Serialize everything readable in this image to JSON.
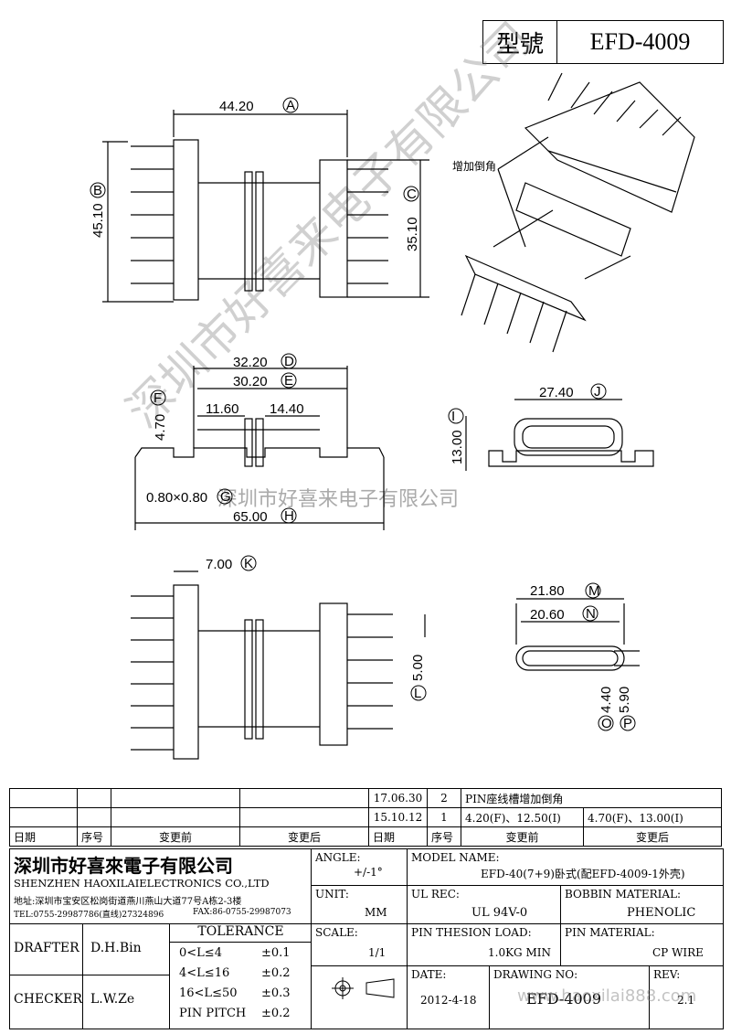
{
  "header": {
    "model_label": "型號",
    "model_value": "EFD-4009"
  },
  "dimensions": {
    "A": "44.20",
    "B": "45.10",
    "C": "35.10",
    "D": "32.20",
    "E": "30.20",
    "w1": "11.60",
    "w2": "14.40",
    "F": "4.70",
    "G": "0.80×0.80",
    "H": "65.00",
    "I": "13.00",
    "J": "27.40",
    "K": "7.00",
    "L": "5.00",
    "M": "21.80",
    "N": "20.60",
    "O": "4.40",
    "P": "5.90"
  },
  "letters": {
    "A": "A",
    "B": "B",
    "C": "C",
    "D": "D",
    "E": "E",
    "F": "F",
    "G": "G",
    "H": "H",
    "I": "I",
    "J": "J",
    "K": "K",
    "L": "L",
    "M": "M",
    "N": "N",
    "O": "O",
    "P": "P"
  },
  "annotation": "增加倒角",
  "watermark_text": "深圳市好喜来电子有限公司",
  "watermark_text2": "深圳市好喜来电子有限公司",
  "watermark_url": "www.haoxilai888.com",
  "revisions": [
    {
      "date": "17.06.30",
      "no": "2",
      "before": "PIN座线槽增加倒角",
      "after": ""
    },
    {
      "date": "15.10.12",
      "no": "1",
      "before": "4.20(F)、12.50(I)",
      "after": "4.70(F)、13.00(I)"
    }
  ],
  "rev_headers": {
    "date": "日期",
    "no": "序号",
    "before": "变更前",
    "after": "变更后"
  },
  "company": {
    "name_cn": "深圳市好喜來電子有限公司",
    "name_en": "SHENZHEN HAOXILAIELECTRONICS CO.,LTD",
    "address": "地址:深圳市宝安区松岗街道燕川燕山大道77号A栋2-3楼",
    "tel": "TEL:0755-29987786(直线)27324896",
    "fax": "FAX:86-0755-29987073"
  },
  "titleblock": {
    "angle_label": "ANGLE:",
    "angle_value": "+/-1°",
    "model_name_label": "MODEL NAME:",
    "model_name_value": "EFD-40(7+9)卧式(配EFD-4009-1外壳)",
    "unit_label": "UNIT:",
    "unit_value": "MM",
    "ul_label": "UL REC:",
    "ul_value": "UL 94V-0",
    "bobbin_label": "BOBBIN MATERIAL:",
    "bobbin_value": "PHENOLIC",
    "scale_label": "SCALE:",
    "scale_value": "1/1",
    "pin_load_label": "PIN THESION LOAD:",
    "pin_load_value": "1.0KG MIN",
    "pin_mat_label": "PIN MATERIAL:",
    "pin_mat_value": "CP  WIRE",
    "date_label": "DATE:",
    "date_value": "2012-4-18",
    "drawing_label": "DRAWING NO:",
    "drawing_value": "EFD-4009",
    "rev_label": "REV:",
    "rev_value": "2.1",
    "drafter_label": "DRAFTER",
    "drafter_value": "D.H.Bin",
    "checker_label": "CHECKER",
    "checker_value": "L.W.Ze",
    "tolerance_label": "TOLERANCE",
    "tolerances": [
      {
        "range": "0<L≤4",
        "tol": "±0.1"
      },
      {
        "range": "4<L≤16",
        "tol": "±0.2"
      },
      {
        "range": "16<L≤50",
        "tol": "±0.3"
      },
      {
        "range": "PIN PITCH",
        "tol": "±0.2"
      }
    ]
  }
}
